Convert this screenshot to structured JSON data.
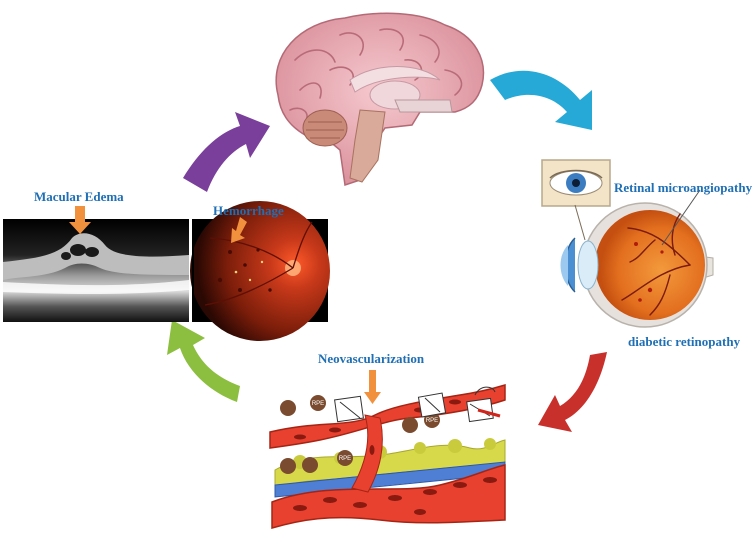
{
  "labels": {
    "macular_edema": "Macular Edema",
    "hemorrhage": "Hemorrhage",
    "retinal_microangiopathy": "Retinal microangiopathy",
    "diabetic_retinopathy": "diabetic retinopathy",
    "neovascularization": "Neovascularization"
  },
  "cells": {
    "rpe": "RPE"
  },
  "colors": {
    "label_text": "#1f6fb5",
    "arrow_purple": "#7a3f9a",
    "arrow_cyan": "#26a9d6",
    "arrow_red": "#c8302c",
    "arrow_green": "#8cbf3f",
    "pointer_orange": "#f2913d"
  },
  "icons": [
    "brain-illustration",
    "eye-illustration",
    "oct-scan-image",
    "fundus-photo",
    "vessel-diagram"
  ]
}
